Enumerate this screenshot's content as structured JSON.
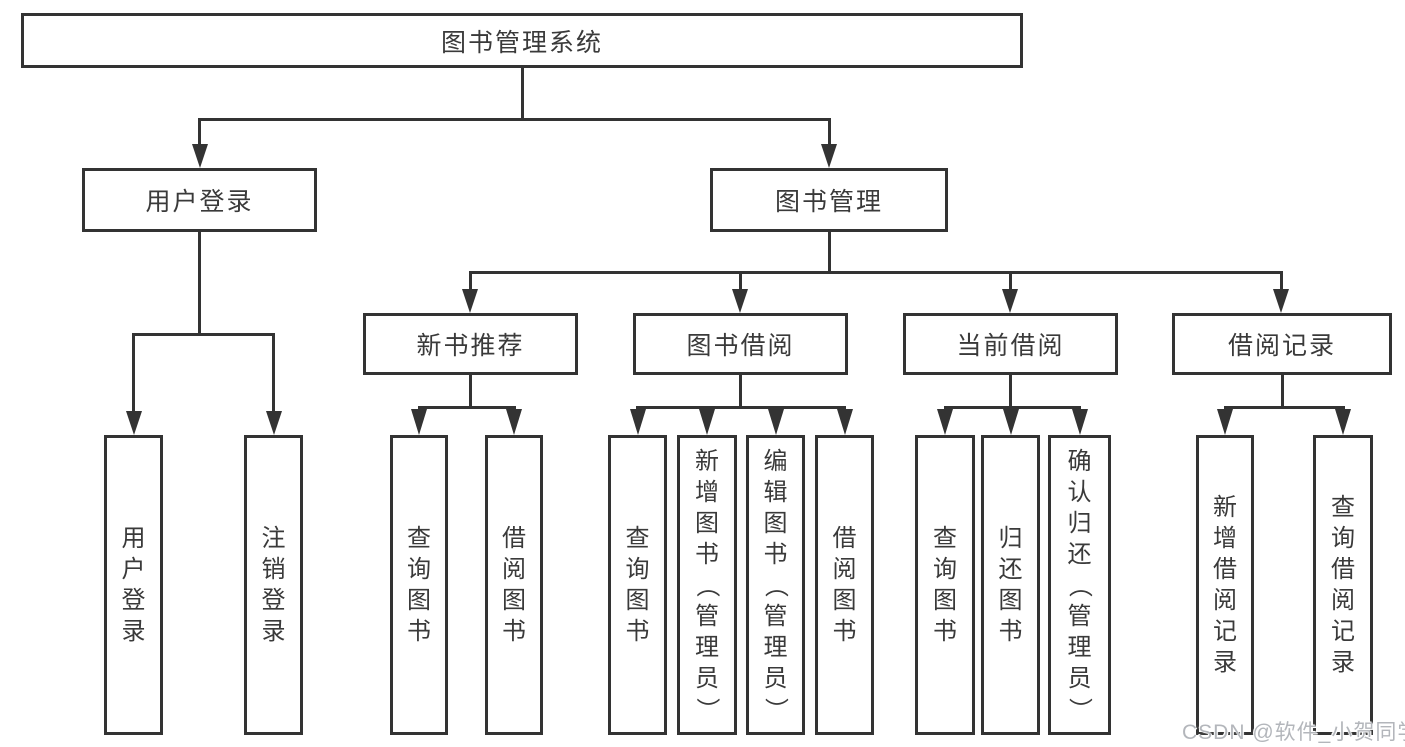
{
  "diagram": {
    "root": {
      "label": "图书管理系统"
    },
    "branches": [
      {
        "label": "用户登录"
      },
      {
        "label": "图书管理"
      }
    ],
    "modules": [
      {
        "label": "新书推荐"
      },
      {
        "label": "图书借阅"
      },
      {
        "label": "当前借阅"
      },
      {
        "label": "借阅记录"
      }
    ],
    "leaves": {
      "user": [
        "用户登录",
        "注销登录"
      ],
      "recommend": [
        "查询图书",
        "借阅图书"
      ],
      "borrow": [
        "查询图书",
        "新增图书（管理员）",
        "编辑图书（管理员）",
        "借阅图书"
      ],
      "current": [
        "查询图书",
        "归还图书",
        "确认归还（管理员）"
      ],
      "record": [
        "新增借阅记录",
        "查询借阅记录"
      ]
    },
    "colors": {
      "line": "#333333",
      "text": "#3a3a3a",
      "background": "#ffffff"
    }
  },
  "watermark": {
    "text": "CSDN @软件_小贺同学",
    "color": "#b3b6bb"
  }
}
